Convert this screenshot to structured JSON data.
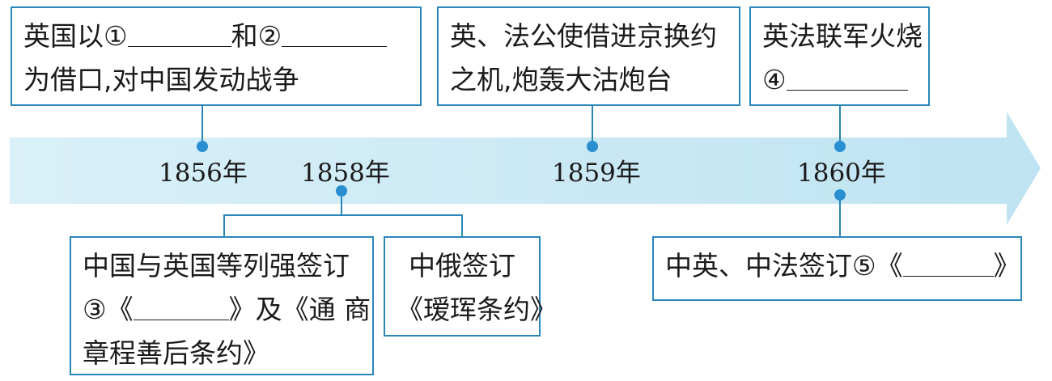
{
  "colors": {
    "arrow_band": "#cfeaf5",
    "box_border": "#2a86b8",
    "dot": "#2a8fd0",
    "text": "#1a1a1a"
  },
  "events": {
    "e1856": {
      "line1_pre": "英国以①",
      "line1_mid": "和②",
      "line2": "为借口,对中国发动战争"
    },
    "e1859": {
      "line1": "英、法公使借进京换约",
      "line2": "之机,炮轰大沽炮台"
    },
    "e1860_top": {
      "line1": "英法联军火烧",
      "line2": "④"
    },
    "e1858_a": {
      "line1": "中国与英国等列强签订",
      "line2_pre": "③《",
      "line2_post": "》及《通 商",
      "line3": "章程善后条约》"
    },
    "e1858_b": {
      "line1": "中俄签订",
      "line2": "《瑷珲条约》"
    },
    "e1860_bottom": {
      "line1_pre": "中英、中法签订⑤《",
      "line1_post": "》"
    }
  },
  "years": [
    {
      "num": "1856",
      "suffix": "年"
    },
    {
      "num": "1858",
      "suffix": "年"
    },
    {
      "num": "1859",
      "suffix": "年"
    },
    {
      "num": "1860",
      "suffix": "年"
    }
  ]
}
